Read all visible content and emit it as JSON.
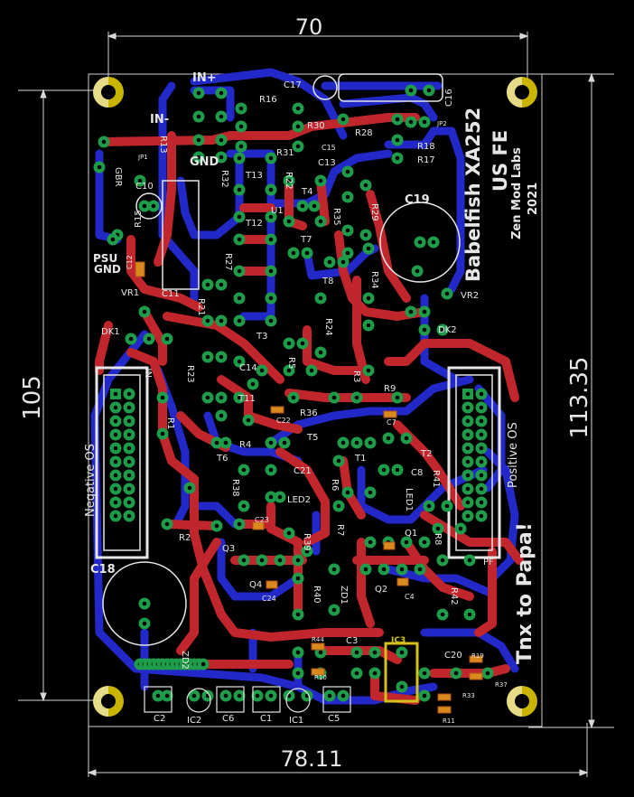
{
  "dimensions": {
    "width_top": "70",
    "width_bottom": "78.11",
    "height_left": "105",
    "height_right": "113.35"
  },
  "board_text": {
    "title_1": "Babelfish XA252",
    "title_2": "US FE",
    "maker": "Zen Mod Labs",
    "year": "2021",
    "thanks": "Tnx to Papa!",
    "negative_os": "Negative OS",
    "positive_os": "Positive OS",
    "psu": "PSU",
    "gnd": "GND",
    "in_plus": "IN+",
    "in_minus": "IN-",
    "in_gnd": "GND"
  },
  "parts": {
    "C19": "C19",
    "C18": "C18",
    "C17": "C17",
    "C16": "C16",
    "C15": "C15",
    "C13": "C13",
    "C10": "C10",
    "C11": "C11",
    "C14": "C14",
    "C21": "C21",
    "C8": "C8",
    "C20": "C20",
    "C3": "C3",
    "C5": "C5",
    "C1": "C1",
    "C2": "C2",
    "C6": "C6",
    "C22": "C22",
    "C23": "C23",
    "C24": "C24",
    "C4": "C4",
    "C7": "C7",
    "C12": "C12",
    "R16": "R16",
    "R30": "R30",
    "R31": "R31",
    "R28": "R28",
    "R18": "R18",
    "R17": "R17",
    "R13": "R13",
    "R15": "R15",
    "R32": "R32",
    "R22": "R22",
    "R36": "R36",
    "R29": "R29",
    "R34": "R34",
    "R35": "R35",
    "R24": "R24",
    "R21": "R21",
    "R23": "R23",
    "R33": "R33",
    "R9": "R9",
    "R6": "R6",
    "R7": "R7",
    "R38": "R38",
    "R39": "R39",
    "R40": "R40",
    "R41": "R41",
    "R42": "R42",
    "R2": "R2",
    "R1": "R1",
    "R44": "R44",
    "R10": "R10",
    "R11": "R11",
    "R37": "R37",
    "R19": "R19",
    "R27": "R27",
    "R8": "R8",
    "R3": "R3",
    "R5": "R5",
    "R4": "R4",
    "T1": "T1",
    "T2": "T2",
    "T3": "T3",
    "T4": "T4",
    "T5": "T5",
    "T6": "T6",
    "T7": "T7",
    "T8": "T8",
    "T11": "T11",
    "T12": "T12",
    "T13": "T13",
    "Q1": "Q1",
    "Q2": "Q2",
    "Q3": "Q3",
    "Q4": "Q4",
    "IC1": "IC1",
    "IC2": "IC2",
    "IC3": "IC3",
    "VR1": "VR1",
    "VR2": "VR2",
    "DK1": "DK1",
    "DK2": "DK2",
    "JP1": "JP1",
    "JP2": "JP2",
    "GBR": "GBR",
    "LED1": "LED1",
    "LED2": "LED2",
    "ZD1": "ZD1",
    "ZD2": "ZD2",
    "NF": "NF",
    "PF": "PF",
    "U1": "U1"
  },
  "colors": {
    "background": "#000000",
    "top_copper": "#c0262b",
    "bottom_copper": "#2229c8",
    "pad": "#1e9c4a",
    "silk": "#e6e6e6",
    "hole_gold": "#c9b400",
    "ic3_outline": "#d4c21a"
  }
}
